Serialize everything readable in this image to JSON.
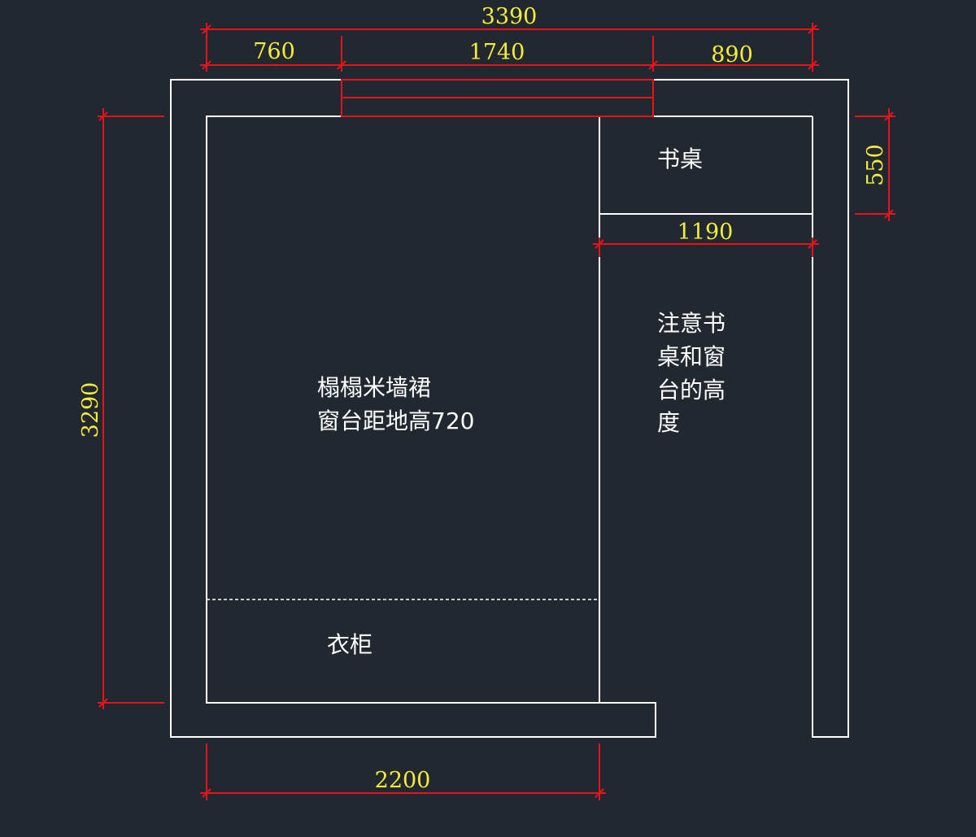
{
  "dimensions": {
    "total_width": "3390",
    "left_segment": "760",
    "window_width": "1740",
    "right_segment": "890",
    "total_height": "3290",
    "desk_depth": "550",
    "desk_width": "1190",
    "bottom_width": "2200"
  },
  "labels": {
    "desk": "书桌",
    "tatami_line1": "榻榻米墙裙",
    "tatami_line2": "窗台距地高720",
    "wardrobe": "衣柜",
    "note_line1": "注意书",
    "note_line2": "桌和窗",
    "note_line3": "台的高",
    "note_line4": "度"
  },
  "colors": {
    "background": "#212830",
    "wall": "#ffffff",
    "dimension_line": "#e8121a",
    "dimension_text": "#f3ec3a"
  }
}
